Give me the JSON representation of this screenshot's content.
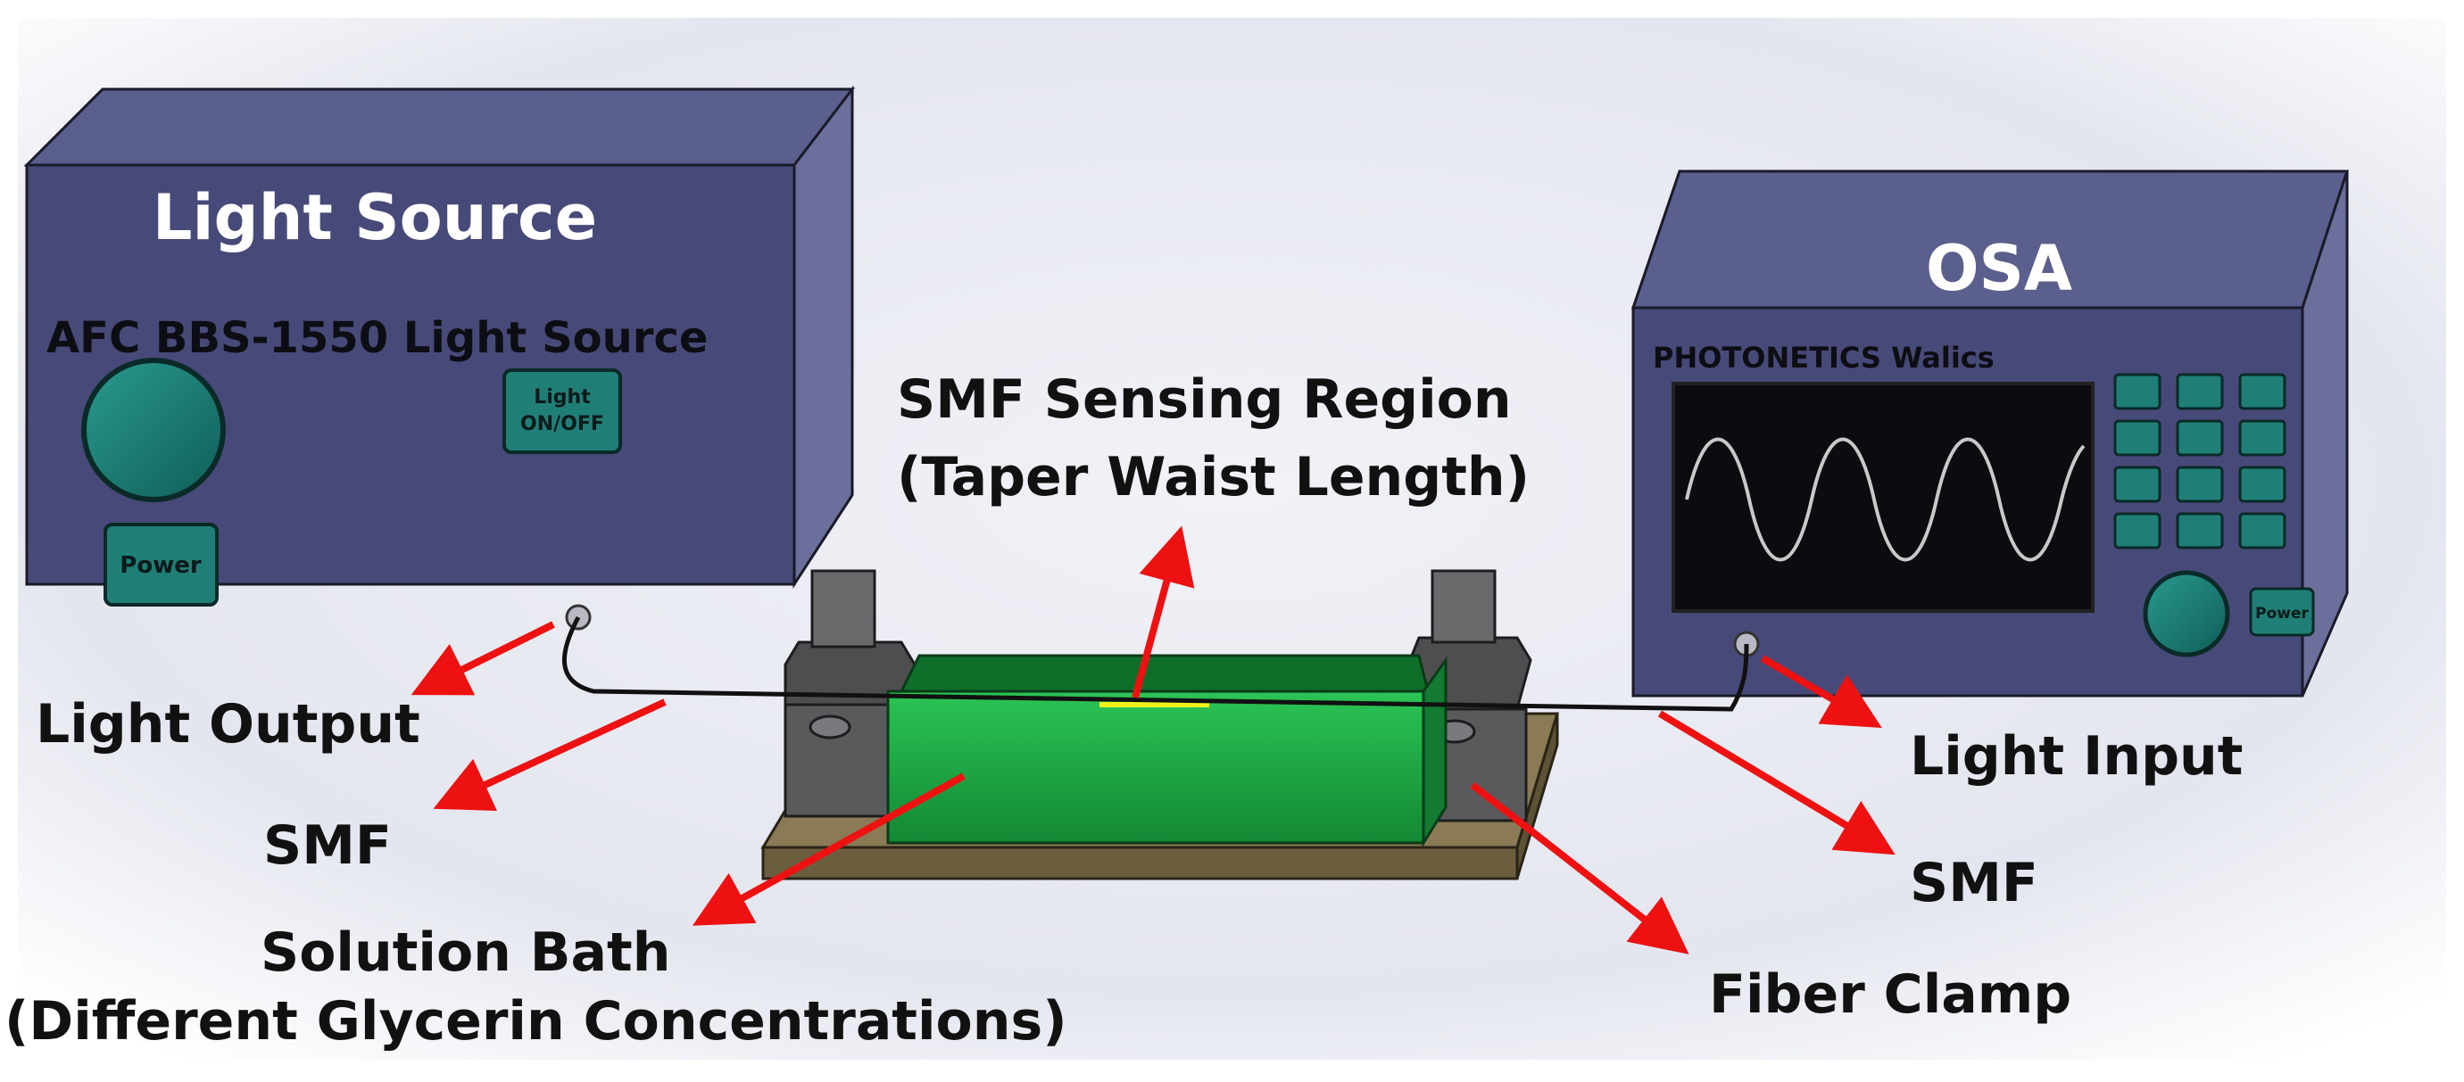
{
  "light_source": {
    "title": "Light Source",
    "model": "AFC BBS-1550 Light Source",
    "light_button_label": [
      "Light",
      "ON/OFF"
    ],
    "power_label": "Power"
  },
  "osa": {
    "title": "OSA",
    "brand": "PHOTONETICS Walics",
    "power_label": "Power"
  },
  "labels": {
    "light_output": "Light Output",
    "smf_left": "SMF",
    "sensing_region_line1": "SMF Sensing Region",
    "sensing_region_line2": "(Taper Waist Length)",
    "solution_bath_line1": "Solution Bath",
    "solution_bath_line2": "(Different Glycerin Concentrations)",
    "light_input": "Light Input",
    "smf_right": "SMF",
    "fiber_clamp": "Fiber Clamp"
  },
  "colors": {
    "device_front": "#474a78",
    "device_top": "#5b5f8d",
    "device_side": "#6c6f9b",
    "button_teal": "#1f7f76",
    "bath_green": "#1ea844",
    "clamp_gray": "#5a5a5c",
    "base_brown": "#8a7a55",
    "arrow_red": "#ee1111",
    "taper_yellow": "#f2f21a"
  }
}
